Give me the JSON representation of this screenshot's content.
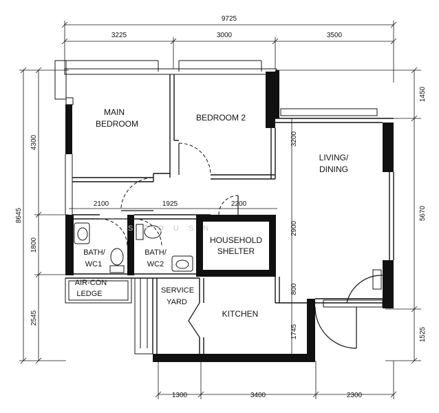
{
  "dimensions": {
    "top_total": "9725",
    "top_segments": [
      "3225",
      "3000",
      "3500"
    ],
    "bottom_segments": [
      "1300",
      "3400",
      "2300"
    ],
    "left_total": "8645",
    "left_segments": [
      "4300",
      "1800",
      "2545"
    ],
    "right_segments": [
      "1450",
      "5670",
      "1525"
    ],
    "inner": {
      "d2100": "2100",
      "d1925": "1925",
      "d2200": "2200",
      "d3200": "3200",
      "d2900": "2900",
      "d800": "800",
      "d1745": "1745"
    }
  },
  "rooms": {
    "main_bedroom": [
      "MAIN",
      "BEDROOM"
    ],
    "bedroom2": "BEDROOM 2",
    "living_dining": [
      "LIVING/",
      "DINING"
    ],
    "bath1": [
      "BATH/",
      "WC1"
    ],
    "bath2": [
      "BATH/",
      "WC2"
    ],
    "household_shelter": [
      "HOUSEHOLD",
      "SHELTER"
    ],
    "aircon_ledge": [
      "AIR-CON",
      "LEDGE"
    ],
    "service_yard": [
      "SERVICE",
      "YARD"
    ],
    "kitchen": "KITCHEN"
  },
  "watermark": "SRQUSN"
}
